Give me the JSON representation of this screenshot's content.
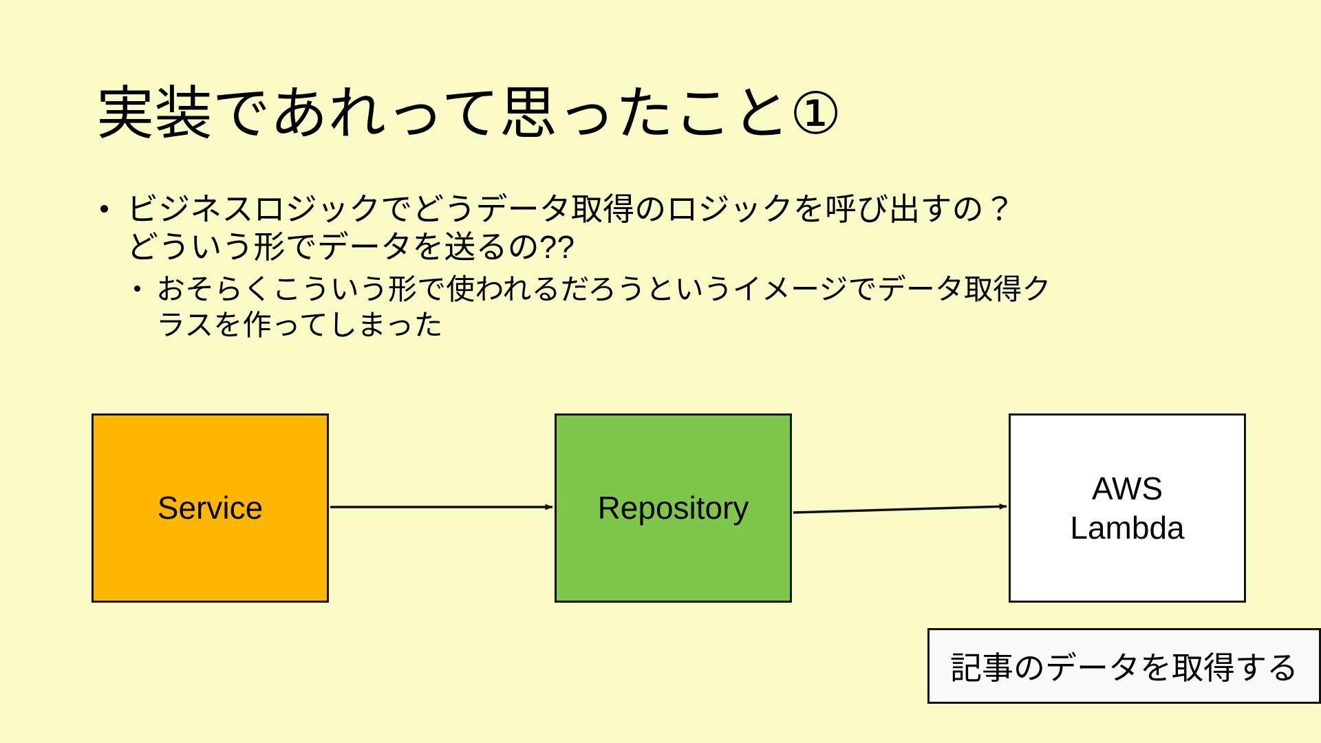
{
  "slide": {
    "background_color": "#fbfbc8",
    "title": "実装であれって思ったこと①"
  },
  "bullets": {
    "level1": {
      "line1": "ビジネスロジックでどうデータ取得のロジックを呼び出すの？",
      "line2": "どういう形でデータを送るの??"
    },
    "level2": {
      "line1": "おそらくこういう形で使われるだろうというイメージでデータ取得ク",
      "line2": "ラスを作ってしまった"
    }
  },
  "diagram": {
    "nodes": [
      {
        "id": "service",
        "label": "Service",
        "fill": "#ffb600",
        "stroke": "#111111"
      },
      {
        "id": "repository",
        "label": "Repository",
        "fill": "#7fc74a",
        "stroke": "#111111"
      },
      {
        "id": "lambda",
        "label": "AWS\nLambda",
        "fill": "#ffffff",
        "stroke": "#111111"
      }
    ],
    "arrows": [
      {
        "from": "service",
        "to": "repository"
      },
      {
        "from": "repository",
        "to": "lambda"
      }
    ],
    "caption": "記事のデータを取得する"
  }
}
